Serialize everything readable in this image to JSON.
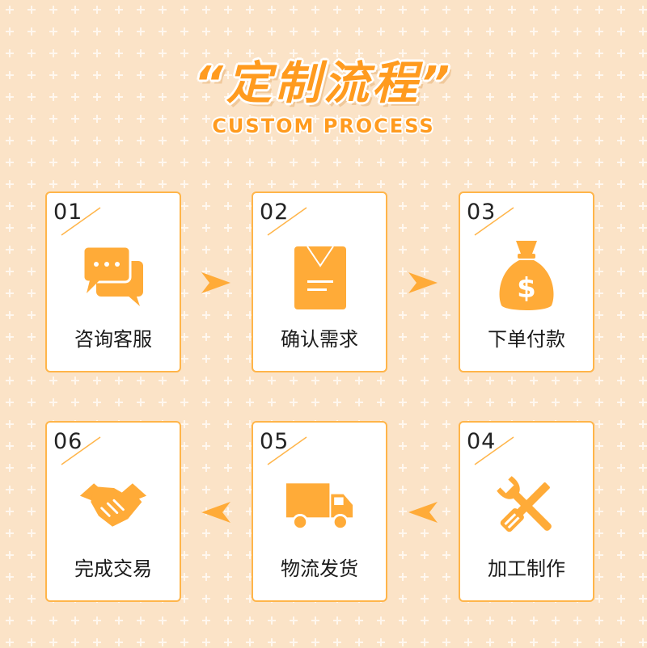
{
  "header": {
    "title": "“定制流程”",
    "subtitle": "CUSTOM PROCESS"
  },
  "steps": [
    {
      "number": "01",
      "label": "咨询客服",
      "icon": "chat-bubbles-icon"
    },
    {
      "number": "02",
      "label": "确认需求",
      "icon": "clipboard-icon"
    },
    {
      "number": "03",
      "label": "下单付款",
      "icon": "money-bag-icon"
    },
    {
      "number": "04",
      "label": "加工制作",
      "icon": "wrench-screwdriver-icon"
    },
    {
      "number": "05",
      "label": "物流发货",
      "icon": "delivery-truck-icon"
    },
    {
      "number": "06",
      "label": "完成交易",
      "icon": "handshake-icon"
    }
  ],
  "colors": {
    "accent": "#ff9b1f",
    "icon": "#ffab38",
    "card_border": "#ffb54a",
    "background": "#fbe3c7",
    "pattern": "#fff6ea"
  }
}
